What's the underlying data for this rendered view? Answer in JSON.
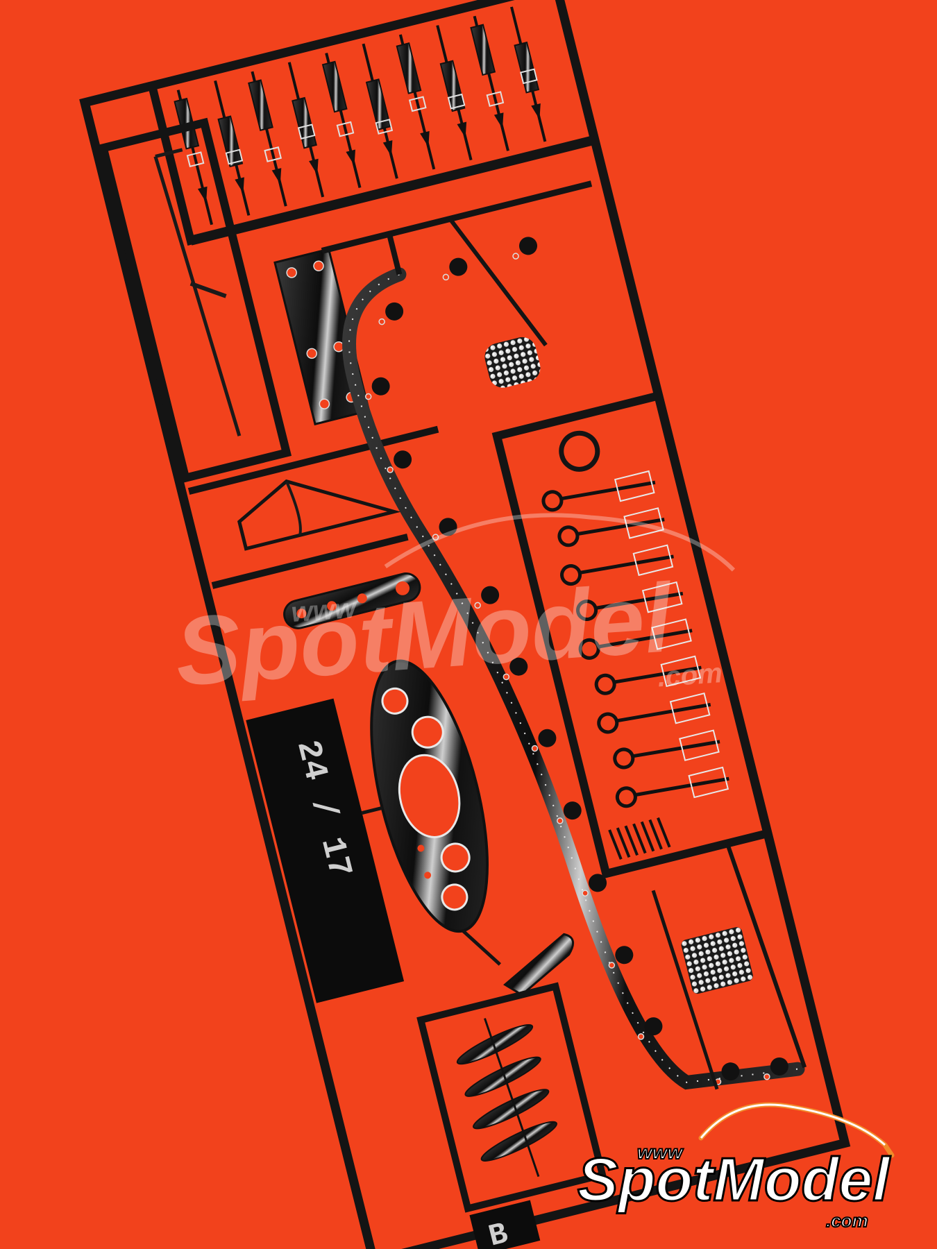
{
  "photo": {
    "background_color": "#f2421c",
    "fret_color": "#141414",
    "metal_highlight": "#e6e6e6"
  },
  "fret": {
    "part_code": "24 / 17",
    "corner_letter": "B"
  },
  "watermark_center": {
    "prefix": "www",
    "brand": "SpotModel",
    "suffix": ".com"
  },
  "logo_corner": {
    "prefix": "www",
    "brand": "SpotModel",
    "suffix": ".com",
    "accent_color": "#f28a2a"
  }
}
